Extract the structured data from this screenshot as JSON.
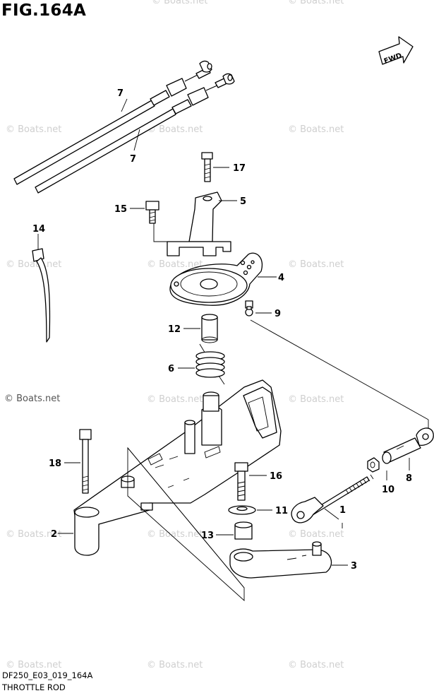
{
  "figure": {
    "title": "FIG.164A",
    "code": "DF250_E03_019_164A",
    "name": "THROTTLE ROD",
    "fwd_label": "FWD"
  },
  "watermark": {
    "text": "© Boats.net"
  },
  "callouts": [
    {
      "id": "c7a",
      "label": "7"
    },
    {
      "id": "c7b",
      "label": "7"
    },
    {
      "id": "c17",
      "label": "17"
    },
    {
      "id": "c5",
      "label": "5"
    },
    {
      "id": "c15",
      "label": "15"
    },
    {
      "id": "c14",
      "label": "14"
    },
    {
      "id": "c4",
      "label": "4"
    },
    {
      "id": "c9",
      "label": "9"
    },
    {
      "id": "c12",
      "label": "12"
    },
    {
      "id": "c6",
      "label": "6"
    },
    {
      "id": "c18",
      "label": "18"
    },
    {
      "id": "c16",
      "label": "16"
    },
    {
      "id": "c10",
      "label": "10"
    },
    {
      "id": "c8",
      "label": "8"
    },
    {
      "id": "c1",
      "label": "1"
    },
    {
      "id": "c11",
      "label": "11"
    },
    {
      "id": "c2",
      "label": "2"
    },
    {
      "id": "c13",
      "label": "13"
    },
    {
      "id": "c3",
      "label": "3"
    }
  ]
}
